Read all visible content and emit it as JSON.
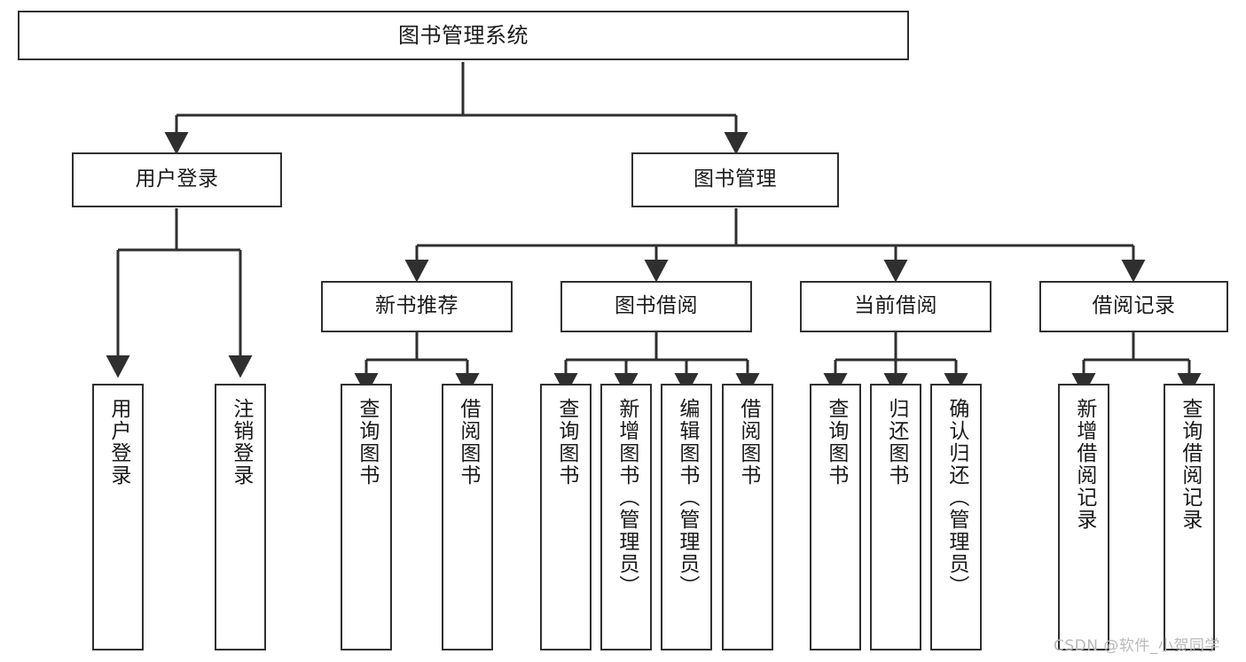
{
  "diagram": {
    "type": "tree",
    "title": "图书管理系统",
    "orientation": "top-down",
    "colors": {
      "box_border": "#2f2f2f",
      "box_fill": "#ffffff",
      "connector": "#2f2f2f",
      "text": "#1a1a1a",
      "watermark": "#b9b9b9",
      "background": "#ffffff"
    }
  },
  "root": {
    "label": "图书管理系统"
  },
  "level2": [
    {
      "label": "用户登录"
    },
    {
      "label": "图书管理"
    }
  ],
  "level3": [
    {
      "label": "新书推荐"
    },
    {
      "label": "图书借阅"
    },
    {
      "label": "当前借阅"
    },
    {
      "label": "借阅记录"
    }
  ],
  "leaves": {
    "user_login": [
      {
        "label": "用户登录"
      },
      {
        "label": "注销登录"
      }
    ],
    "new_book_recommend": [
      {
        "label": "查询图书"
      },
      {
        "label": "借阅图书"
      }
    ],
    "book_borrow": [
      {
        "label": "查询图书"
      },
      {
        "label": "新增图书（管理员）"
      },
      {
        "label": "编辑图书（管理员）"
      },
      {
        "label": "借阅图书"
      }
    ],
    "current_borrow": [
      {
        "label": "查询图书"
      },
      {
        "label": "归还图书"
      },
      {
        "label": "确认归还（管理员）"
      }
    ],
    "borrow_record": [
      {
        "label": "新增借阅记录"
      },
      {
        "label": "查询借阅记录"
      }
    ]
  },
  "watermark": {
    "text": "CSDN @软件_小贺同学"
  }
}
